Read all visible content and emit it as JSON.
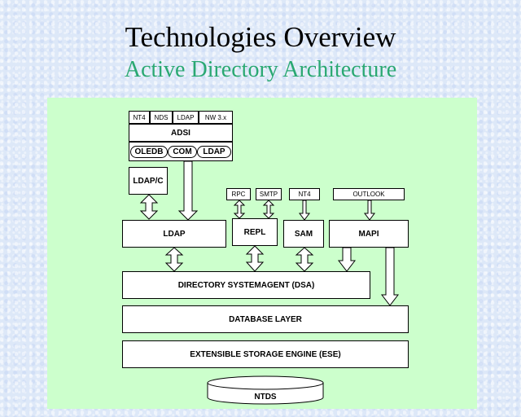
{
  "title": "Technologies Overview",
  "subtitle": "Active Directory Architecture",
  "diagram": {
    "adsi_tabs": [
      "NT4",
      "NDS",
      "LDAP",
      "NW 3.x"
    ],
    "adsi_label": "ADSI",
    "adsi_pills": [
      "OLEDB",
      "COM",
      "LDAP"
    ],
    "ldapc": "LDAP/C",
    "small_boxes": [
      "RPC",
      "SMTP",
      "NT4",
      "OUTLOOK"
    ],
    "ldap": "LDAP",
    "repl": "REPL",
    "sam": "SAM",
    "mapi": "MAPI",
    "dsa": "DIRECTORY SYSTEMAGENT (DSA)",
    "db_layer": "DATABASE LAYER",
    "ese": "EXTENSIBLE STORAGE ENGINE (ESE)",
    "ntds": "NTDS"
  },
  "colors": {
    "panel": "#ccffcc",
    "subtitle": "#2aa872",
    "background": "#dde8f8"
  }
}
